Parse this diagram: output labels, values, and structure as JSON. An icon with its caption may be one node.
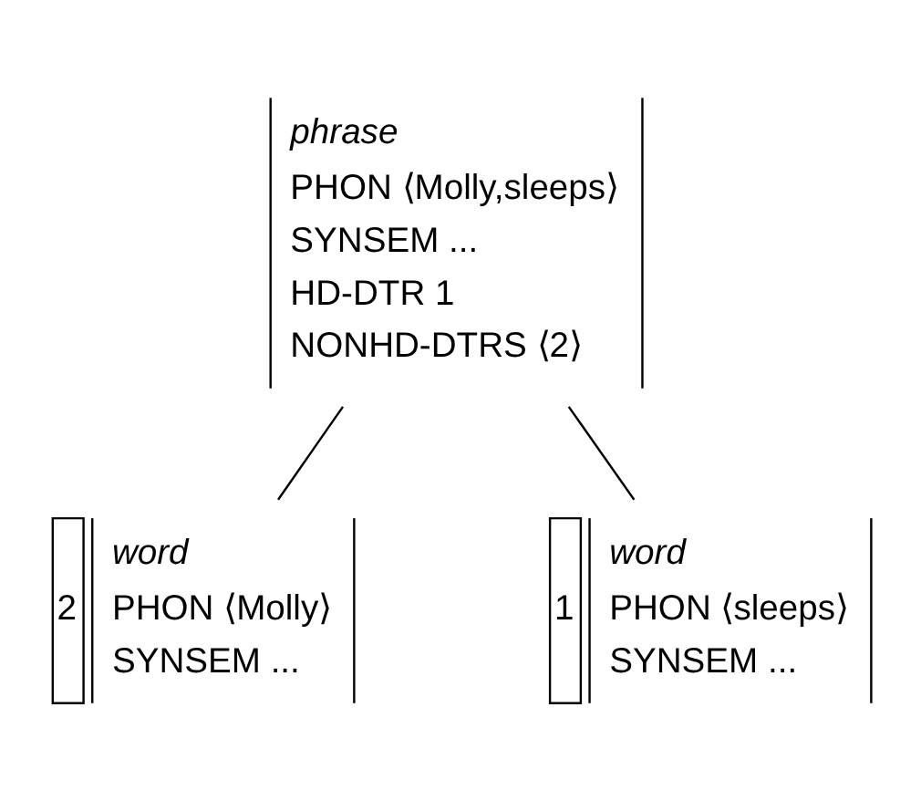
{
  "diagram": {
    "nodes": [
      {
        "text": [
          "phrase",
          "PHON ⟨Molly,sleeps⟩",
          "SYNSEM ...",
          "HD-DTR 1",
          "NONHD-DTRS ⟨2⟩"
        ]
      },
      {
        "text": [
          "2",
          "word",
          "PHON ⟨Molly⟩",
          "SYNSEM ..."
        ]
      },
      {
        "text": [
          "1",
          "word",
          "PHON ⟨sleeps⟩",
          "SYNSEM ..."
        ]
      }
    ],
    "edges": [
      {
        "from": 0,
        "to": 1,
        "arrow": "none"
      },
      {
        "from": 0,
        "to": 2,
        "arrow": "none"
      }
    ]
  }
}
